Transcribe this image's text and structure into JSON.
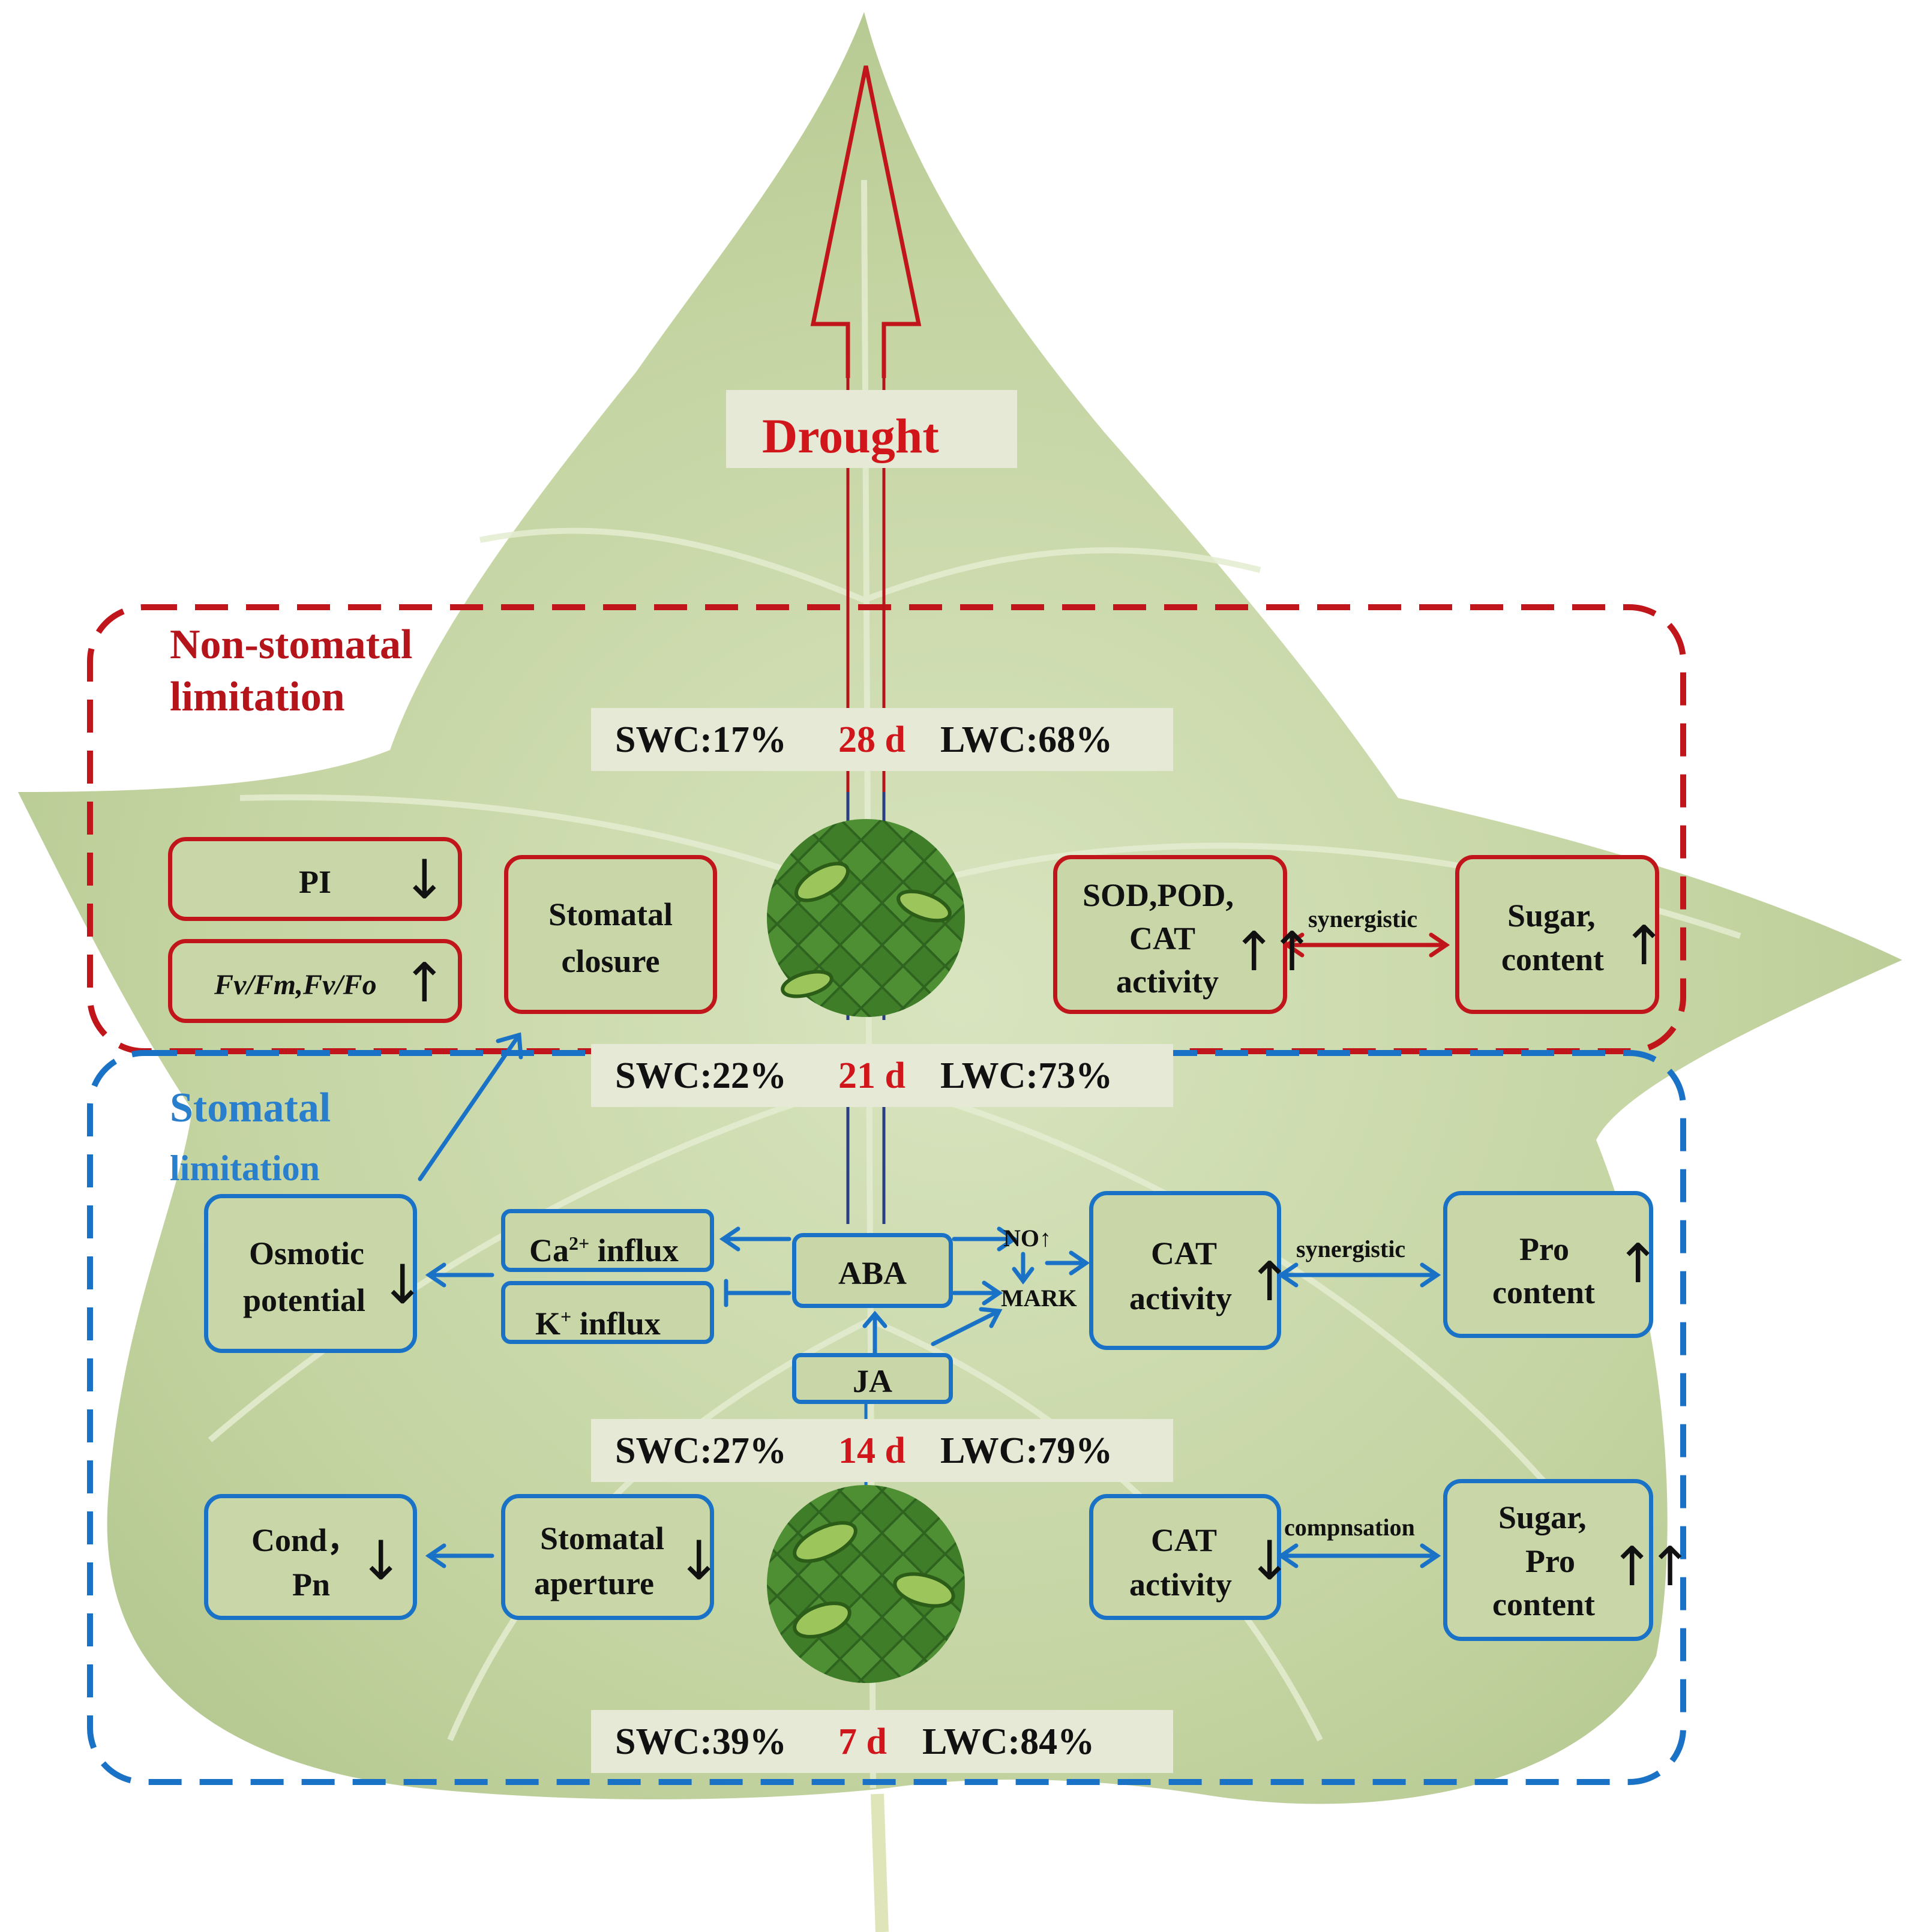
{
  "drought": {
    "label": "Drought"
  },
  "regions": {
    "non_stomatal": {
      "title": "Non-stomatal\nlimitation",
      "title_line1": "Non-stomatal",
      "title_line2": "limitation",
      "color": "#c0161b"
    },
    "stomatal": {
      "title_line1": "Stomatal",
      "title_line2": "limitation",
      "color": "#1a72c7"
    }
  },
  "bands": [
    {
      "swc": "SWC:17%",
      "day": "28 d",
      "lwc": "LWC:68%"
    },
    {
      "swc": "SWC:22%",
      "day": "21 d",
      "lwc": "LWC:73%"
    },
    {
      "swc": "SWC:27%",
      "day": "14 d",
      "lwc": "LWC:79%"
    },
    {
      "swc": "SWC:39%",
      "day": "7 d",
      "lwc": "LWC:84%"
    }
  ],
  "boxes": {
    "pi": {
      "label": "PI",
      "trend": "↓"
    },
    "fvfm": {
      "label": "Fv/Fm,Fv/Fo",
      "trend": "↑"
    },
    "stomatal_closure": {
      "line1": "Stomatal",
      "line2": "closure"
    },
    "sod": {
      "line1": "SOD,POD,",
      "line2": "CAT",
      "line3": "activity",
      "trend": "↑↑"
    },
    "sugar_top": {
      "line1": "Sugar,",
      "line2": "content",
      "trend": "↑"
    },
    "osmotic": {
      "line1": "Osmotic",
      "line2": "potential",
      "trend": "↓"
    },
    "ca_influx": {
      "label": "Ca",
      "sup": "2+",
      "rest": " influx"
    },
    "k_influx": {
      "label": "K",
      "sup": "+",
      "rest": " influx"
    },
    "aba": {
      "label": "ABA"
    },
    "ja": {
      "label": "JA"
    },
    "cat_mid": {
      "line1": "CAT",
      "line2": "activity",
      "trend": "↑"
    },
    "pro_mid": {
      "line1": "Pro",
      "line2": "content",
      "trend": "↑"
    },
    "cond": {
      "line1": "Cond，",
      "line2": "Pn",
      "trend": "↓"
    },
    "stomatal_aperture": {
      "line1": "Stomatal",
      "line2": "aperture",
      "trend": "↓"
    },
    "cat_bot": {
      "line1": "CAT",
      "line2": "activity",
      "trend": "↓"
    },
    "sugar_bot": {
      "line1": "Sugar,",
      "line2": "Pro",
      "line3": "content",
      "trend": "↑↑"
    }
  },
  "signals": {
    "no": "NO↑",
    "mark": "MARK"
  },
  "relations": {
    "synergistic_top": "synergistic",
    "synergistic_mid": "synergistic",
    "compensation": "compnsation"
  },
  "colors": {
    "red": "#c0161b",
    "blue": "#1a72c7",
    "leaf": "#c2d3a2",
    "box_fill": "#c9d6a8"
  }
}
